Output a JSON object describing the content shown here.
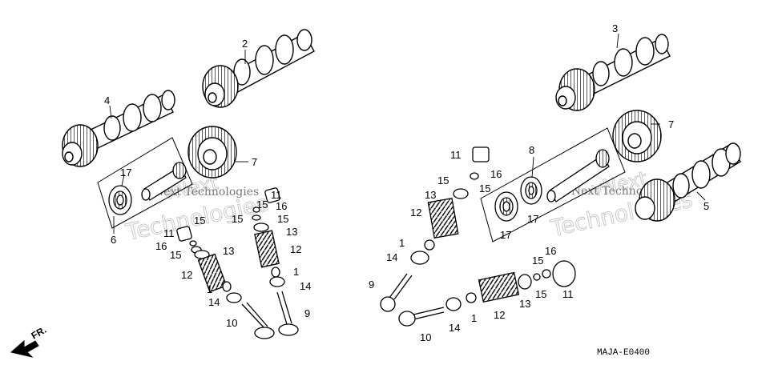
{
  "diagram": {
    "code": "MAJA-E0400",
    "direction": "FR.",
    "watermark": {
      "line1": "vNext",
      "line2": "Technologies",
      "small": "Next Technologies",
      "small_right": "vNext Technologies"
    },
    "labels": {
      "p2": "2",
      "p3": "3",
      "p4": "4",
      "p5": "5",
      "p6": "6",
      "p7a": "7",
      "p7b": "7",
      "p8": "8",
      "p9a": "9",
      "p9b": "9",
      "p10a": "10",
      "p10b": "10",
      "p11a": "11",
      "p11b": "11",
      "p11c": "11",
      "p11d": "11",
      "p12a": "12",
      "p12b": "12",
      "p12c": "12",
      "p12d": "12",
      "p13a": "13",
      "p13b": "13",
      "p13c": "13",
      "p13d": "13",
      "p14a": "14",
      "p14b": "14",
      "p14c": "14",
      "p14d": "14",
      "p15a": "15",
      "p15b": "15",
      "p15c": "15",
      "p15d": "15",
      "p15e": "15",
      "p15f": "15",
      "p15g": "15",
      "p16a": "16",
      "p16b": "16",
      "p16c": "16",
      "p16d": "16",
      "p17a": "17",
      "p17b": "17",
      "p17c": "17",
      "p1a": "1",
      "p1b": "1",
      "p1c": "1",
      "p1d": "1"
    }
  }
}
